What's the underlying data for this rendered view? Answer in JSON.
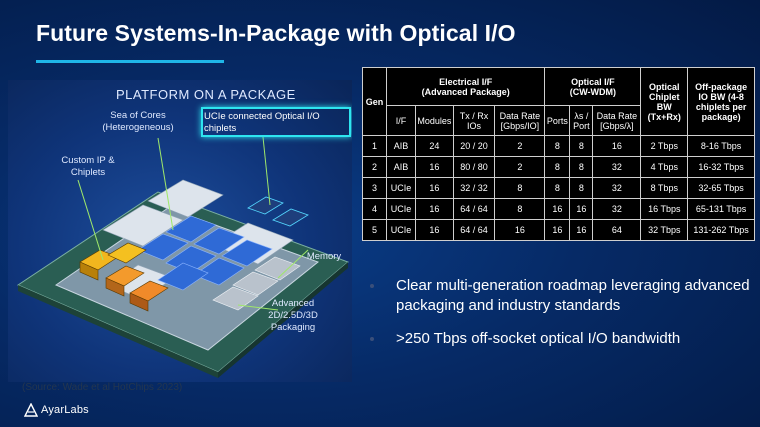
{
  "title": "Future Systems-In-Package with Optical I/O",
  "diagram": {
    "heading": "PLATFORM ON A PACKAGE",
    "labels": {
      "sea_of_cores": [
        "Sea of Cores",
        "(Heterogeneous)"
      ],
      "ucie_optical": [
        "UCIe connected Optical I/O",
        "chiplets"
      ],
      "custom_ip": [
        "Custom IP &",
        "Chiplets"
      ],
      "memory": "Memory",
      "packaging": [
        "Advanced",
        "2D/2.5D/3D",
        "Packaging"
      ]
    }
  },
  "table": {
    "header_top": {
      "gen": "Gen",
      "electrical": [
        "Electrical I/F",
        "(Advanced Package)"
      ],
      "optical": [
        "Optical I/F",
        "(CW-WDM)"
      ],
      "chiplet_bw": [
        "Optical",
        "Chiplet",
        "BW",
        "(Tx+Rx)"
      ],
      "offpkg_bw": [
        "Off-package",
        "IO BW (4-8",
        "chiplets per",
        "package)"
      ]
    },
    "header_sub": {
      "if": "I/F",
      "modules": "Modules",
      "txrx": [
        "Tx / Rx",
        "IOs"
      ],
      "data_rate_io": [
        "Data Rate",
        "[Gbps/IO]"
      ],
      "ports": "Ports",
      "lambda_port": [
        "λs /",
        "Port"
      ],
      "data_rate_lambda": [
        "Data Rate",
        "[Gbps/λ]"
      ]
    },
    "rows": [
      [
        "1",
        "AIB",
        "24",
        "20 / 20",
        "2",
        "8",
        "8",
        "16",
        "2 Tbps",
        "8-16 Tbps"
      ],
      [
        "2",
        "AIB",
        "16",
        "80 / 80",
        "2",
        "8",
        "8",
        "32",
        "4 Tbps",
        "16-32 Tbps"
      ],
      [
        "3",
        "UCIe",
        "16",
        "32 / 32",
        "8",
        "8",
        "8",
        "32",
        "8 Tbps",
        "32-65 Tbps"
      ],
      [
        "4",
        "UCIe",
        "16",
        "64 / 64",
        "8",
        "16",
        "16",
        "32",
        "16 Tbps",
        "65-131 Tbps"
      ],
      [
        "5",
        "UCIe",
        "16",
        "64 / 64",
        "16",
        "16",
        "16",
        "64",
        "32 Tbps",
        "131-262 Tbps"
      ]
    ]
  },
  "bullets": [
    "Clear multi-generation roadmap leveraging advanced packaging and industry standards",
    ">250 Tbps off-socket optical I/O bandwidth"
  ],
  "source": "(Source: Wade et al HotChips 2023)",
  "logo": "AyarLabs",
  "colors": {
    "accent": "#1fb6e8",
    "highlight_box": "#2ee5f0",
    "table_bg": "#000000"
  }
}
